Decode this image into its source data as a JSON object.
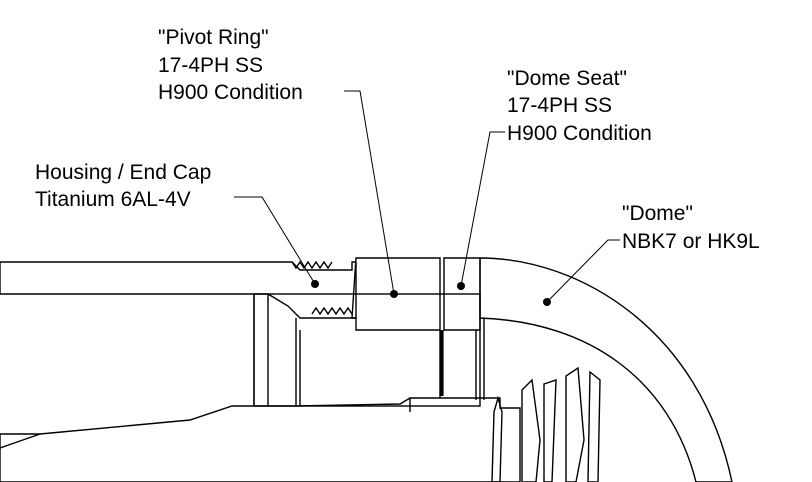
{
  "labels": {
    "pivot_ring": {
      "line1": "\"Pivot Ring\"",
      "line2": "17-4PH SS",
      "line3": "H900 Condition"
    },
    "dome_seat": {
      "line1": "\"Dome Seat\"",
      "line2": "17-4PH SS",
      "line3": "H900 Condition"
    },
    "housing": {
      "line1": "Housing / End Cap",
      "line2": "Titanium 6AL-4V"
    },
    "dome": {
      "line1": "\"Dome\"",
      "line2": "NBK7 or HK9L"
    }
  },
  "colors": {
    "line": "#000000",
    "background": "#ffffff"
  }
}
